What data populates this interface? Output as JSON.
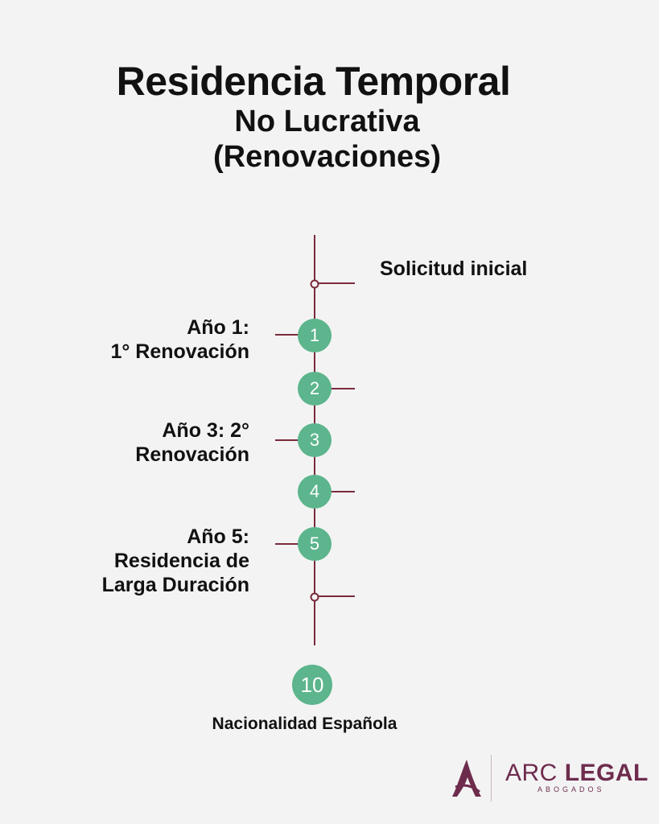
{
  "title": {
    "line1": "Residencia Temporal",
    "line2": "No Lucrativa",
    "line3": "(Renovaciones)"
  },
  "timeline": {
    "start_label": "Solicitud inicial",
    "steps": [
      {
        "number": "1",
        "label_line1": "Año 1:",
        "label_line2": "1° Renovación",
        "label_line3": ""
      },
      {
        "number": "2"
      },
      {
        "number": "3",
        "label_line1": "Año 3: 2°",
        "label_line2": "Renovación",
        "label_line3": ""
      },
      {
        "number": "4"
      },
      {
        "number": "5",
        "label_line1": "Año 5:",
        "label_line2": "Residencia de",
        "label_line3": "Larga Duración"
      }
    ],
    "final": {
      "number": "10",
      "label": "Nacionalidad Española"
    }
  },
  "logo": {
    "arc": "ARC",
    "legal": "LEGAL",
    "sub": "ABOGADOS"
  },
  "colors": {
    "line": "#7a2b3b",
    "circle": "#5cb58c",
    "brand": "#6e2c4d"
  }
}
